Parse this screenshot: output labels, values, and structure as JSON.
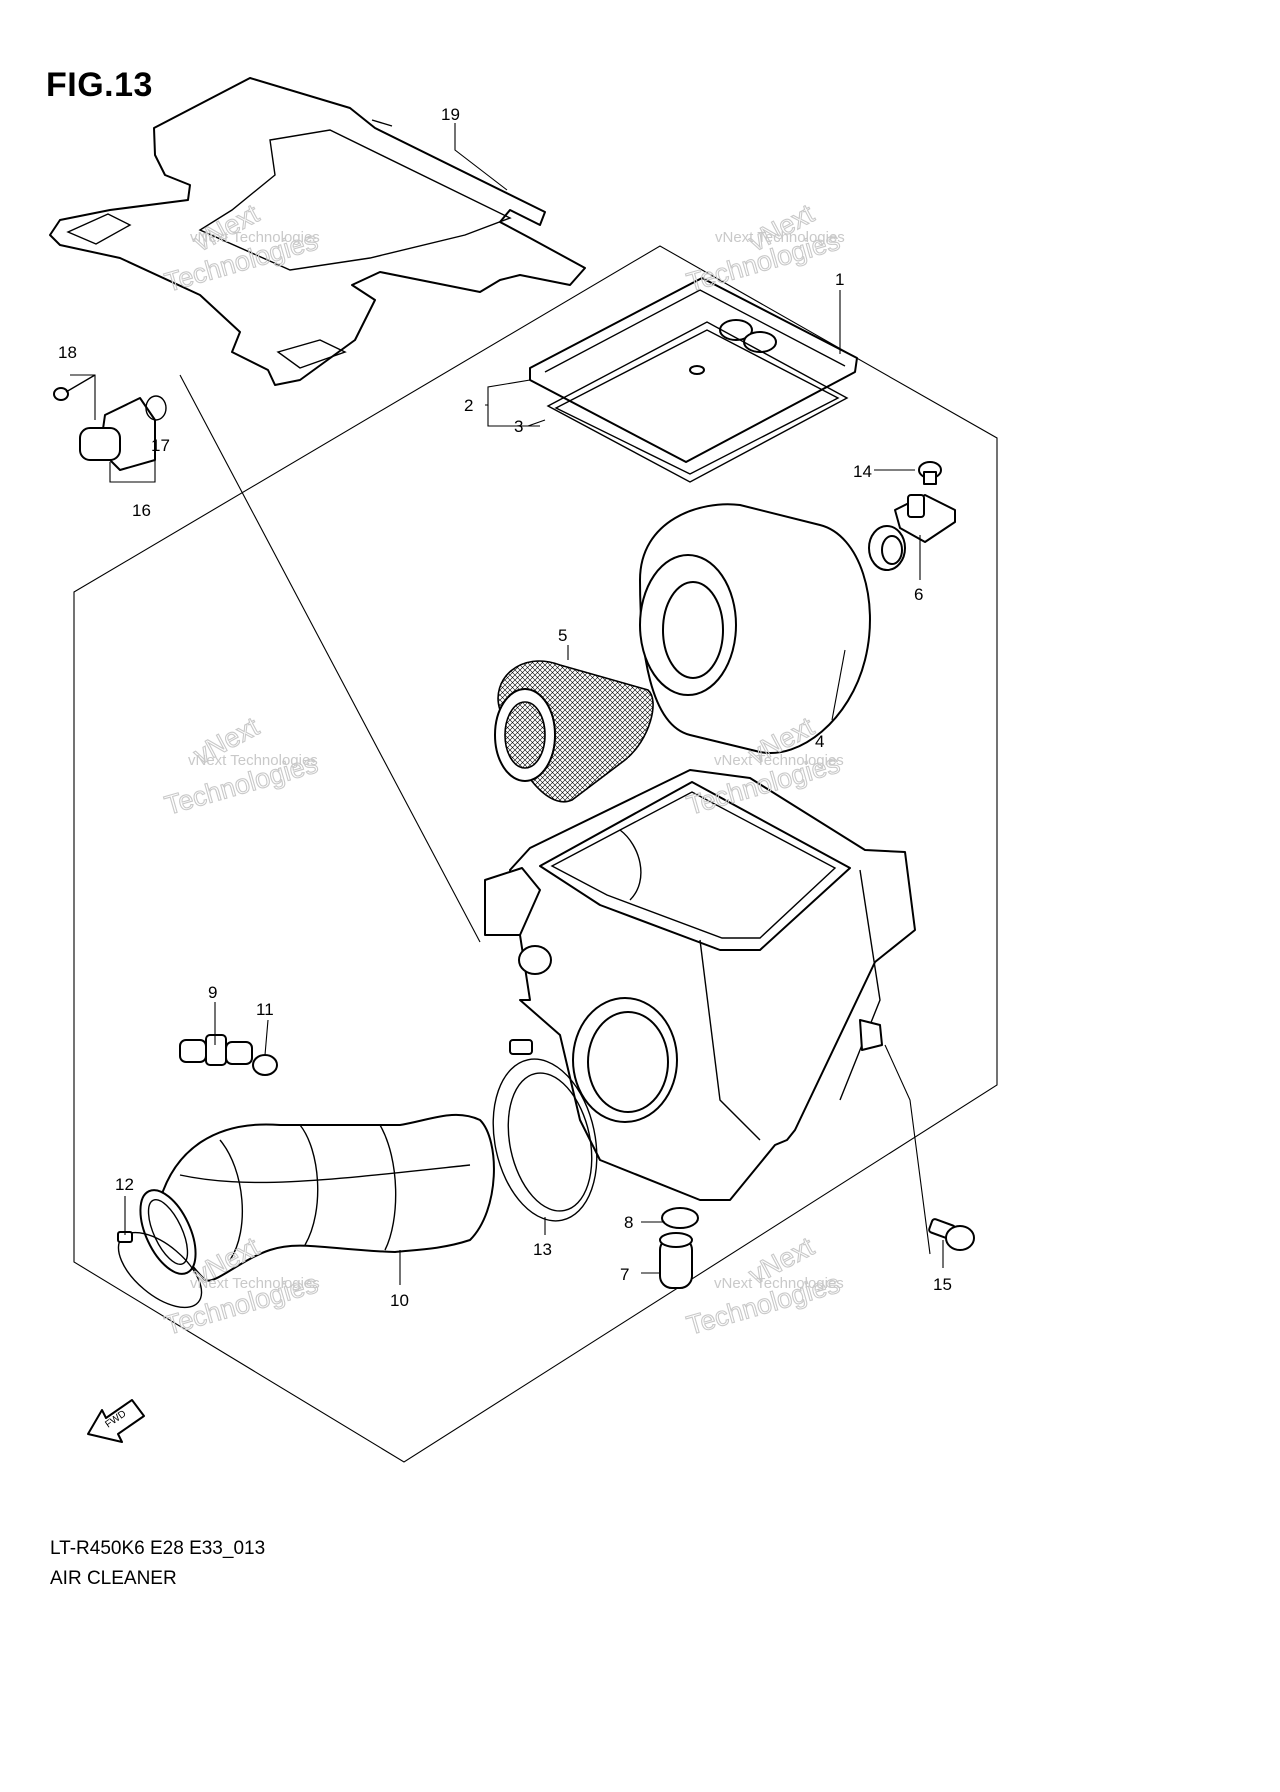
{
  "figure": {
    "title": "FIG.13",
    "model_code": "LT-R450K6 E28 E33_013",
    "section_title": "AIR CLEANER"
  },
  "callouts": [
    "1",
    "2",
    "3",
    "4",
    "5",
    "6",
    "7",
    "8",
    "9",
    "10",
    "11",
    "12",
    "13",
    "14",
    "15",
    "16",
    "17",
    "18",
    "19"
  ],
  "watermark": {
    "line1": "vNext Technologies",
    "line2": "Technologies",
    "line3": "vNext"
  },
  "fwd_arrow_label": "FWD"
}
